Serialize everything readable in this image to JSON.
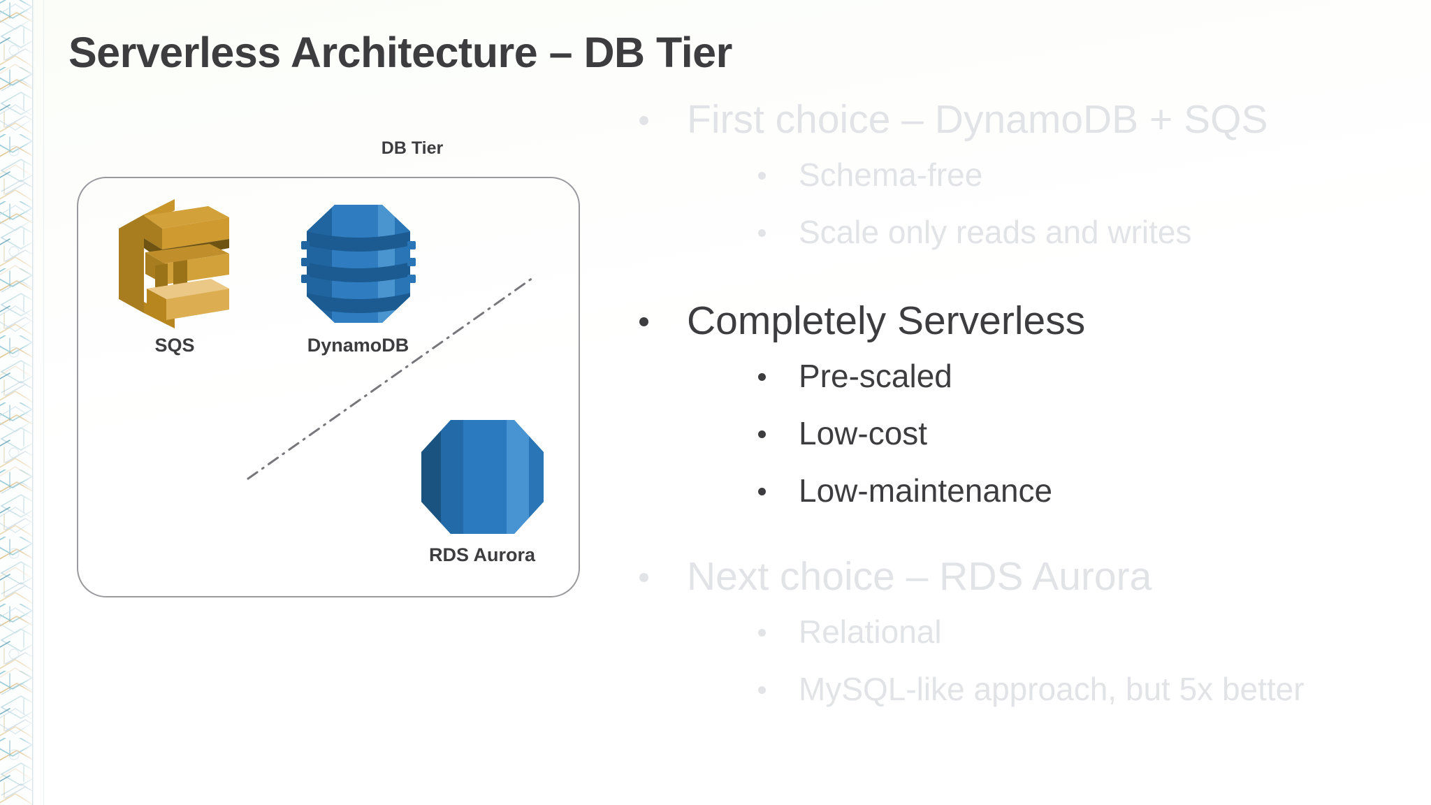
{
  "slide": {
    "title": "Serverless Architecture – DB Tier",
    "background_color": "#ffffff",
    "text_active_color": "#3d3d3f",
    "text_dim_color": "#e2e3e6"
  },
  "diagram": {
    "caption": "DB Tier",
    "border_color": "#9a9a9e",
    "separator_style": "dash-dot diagonal line",
    "nodes": [
      {
        "id": "sqs",
        "label": "SQS",
        "icon": "aws-sqs-icon",
        "color": "#c8932e"
      },
      {
        "id": "dynamodb",
        "label": "DynamoDB",
        "icon": "aws-dynamodb-icon",
        "color": "#2e73b8"
      },
      {
        "id": "rds-aurora",
        "label": "RDS Aurora",
        "icon": "aws-rds-aurora-icon",
        "color": "#2e73b8"
      }
    ]
  },
  "bullets": {
    "groups": [
      {
        "id": "first-choice",
        "state": "dim",
        "heading": "First choice – DynamoDB + SQS",
        "items": [
          "Schema-free",
          "Scale only reads and writes"
        ]
      },
      {
        "id": "completely-serverless",
        "state": "active",
        "heading": "Completely Serverless",
        "items": [
          "Pre-scaled",
          "Low-cost",
          "Low-maintenance"
        ]
      },
      {
        "id": "next-choice",
        "state": "dim",
        "heading": "Next choice – RDS Aurora",
        "items": [
          "Relational",
          "MySQL-like approach, but 5x better"
        ]
      }
    ]
  }
}
